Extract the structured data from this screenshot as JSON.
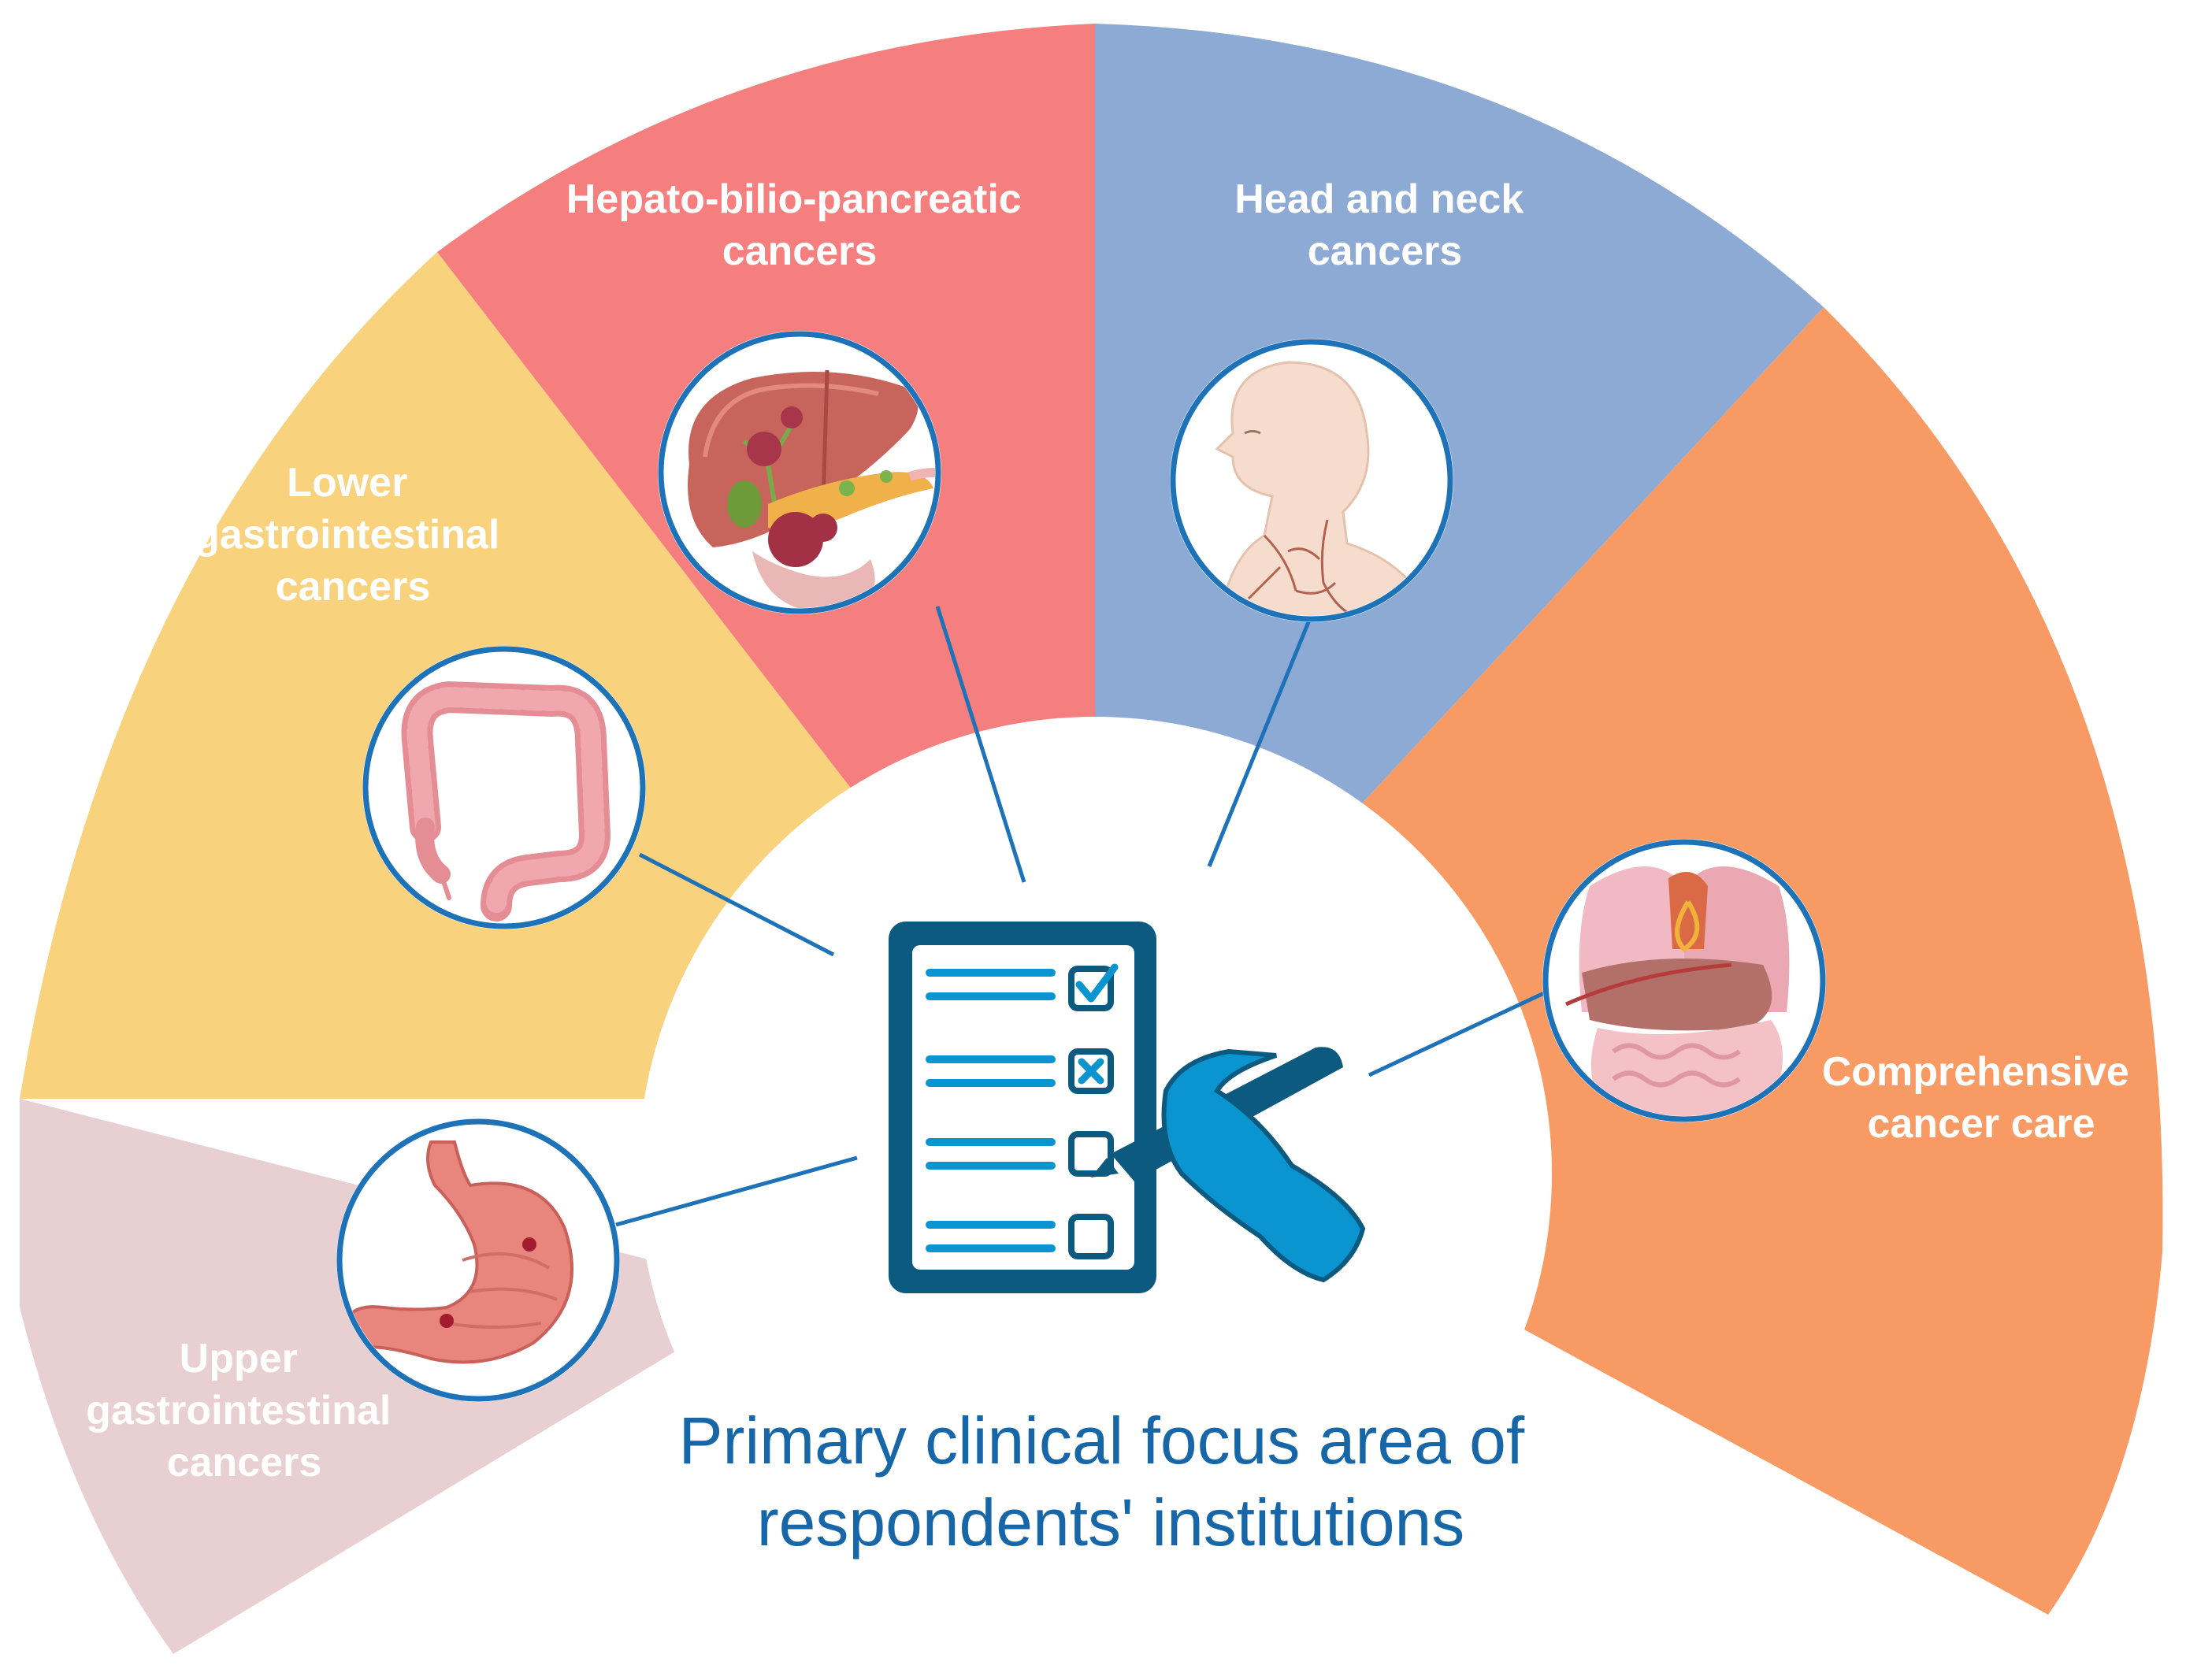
{
  "title": {
    "line1": "Primary clinical focus area of",
    "line2": "respondents' institutions",
    "color": "#1766a8"
  },
  "segments": [
    {
      "id": "upper-gi",
      "color": "#e8cfd2",
      "label": [
        "Upper",
        "gastrointestinal",
        "cancers"
      ],
      "icon": "stomach-icon"
    },
    {
      "id": "lower-gi",
      "color": "#f8d27c",
      "label": [
        "Lower",
        "gastrointestinal",
        "cancers"
      ],
      "icon": "colon-icon"
    },
    {
      "id": "hbp",
      "color": "#f47f7e",
      "label": [
        "Hepato-bilio-pancreatic",
        "cancers"
      ],
      "icon": "liver-pancreas-icon"
    },
    {
      "id": "head-neck",
      "color": "#8daad5",
      "label": [
        "Head and neck",
        "cancers"
      ],
      "icon": "head-neck-icon"
    },
    {
      "id": "comprehensive",
      "color": "#f89a63",
      "label": [
        "Comprehensive",
        "cancer care"
      ],
      "icon": "torso-organs-icon"
    }
  ],
  "center": {
    "icon": "checklist-clipboard-icon",
    "clipboard_color": "#0d5a80",
    "accent_color": "#0a95d0"
  },
  "connector_color": "#1d72b8"
}
